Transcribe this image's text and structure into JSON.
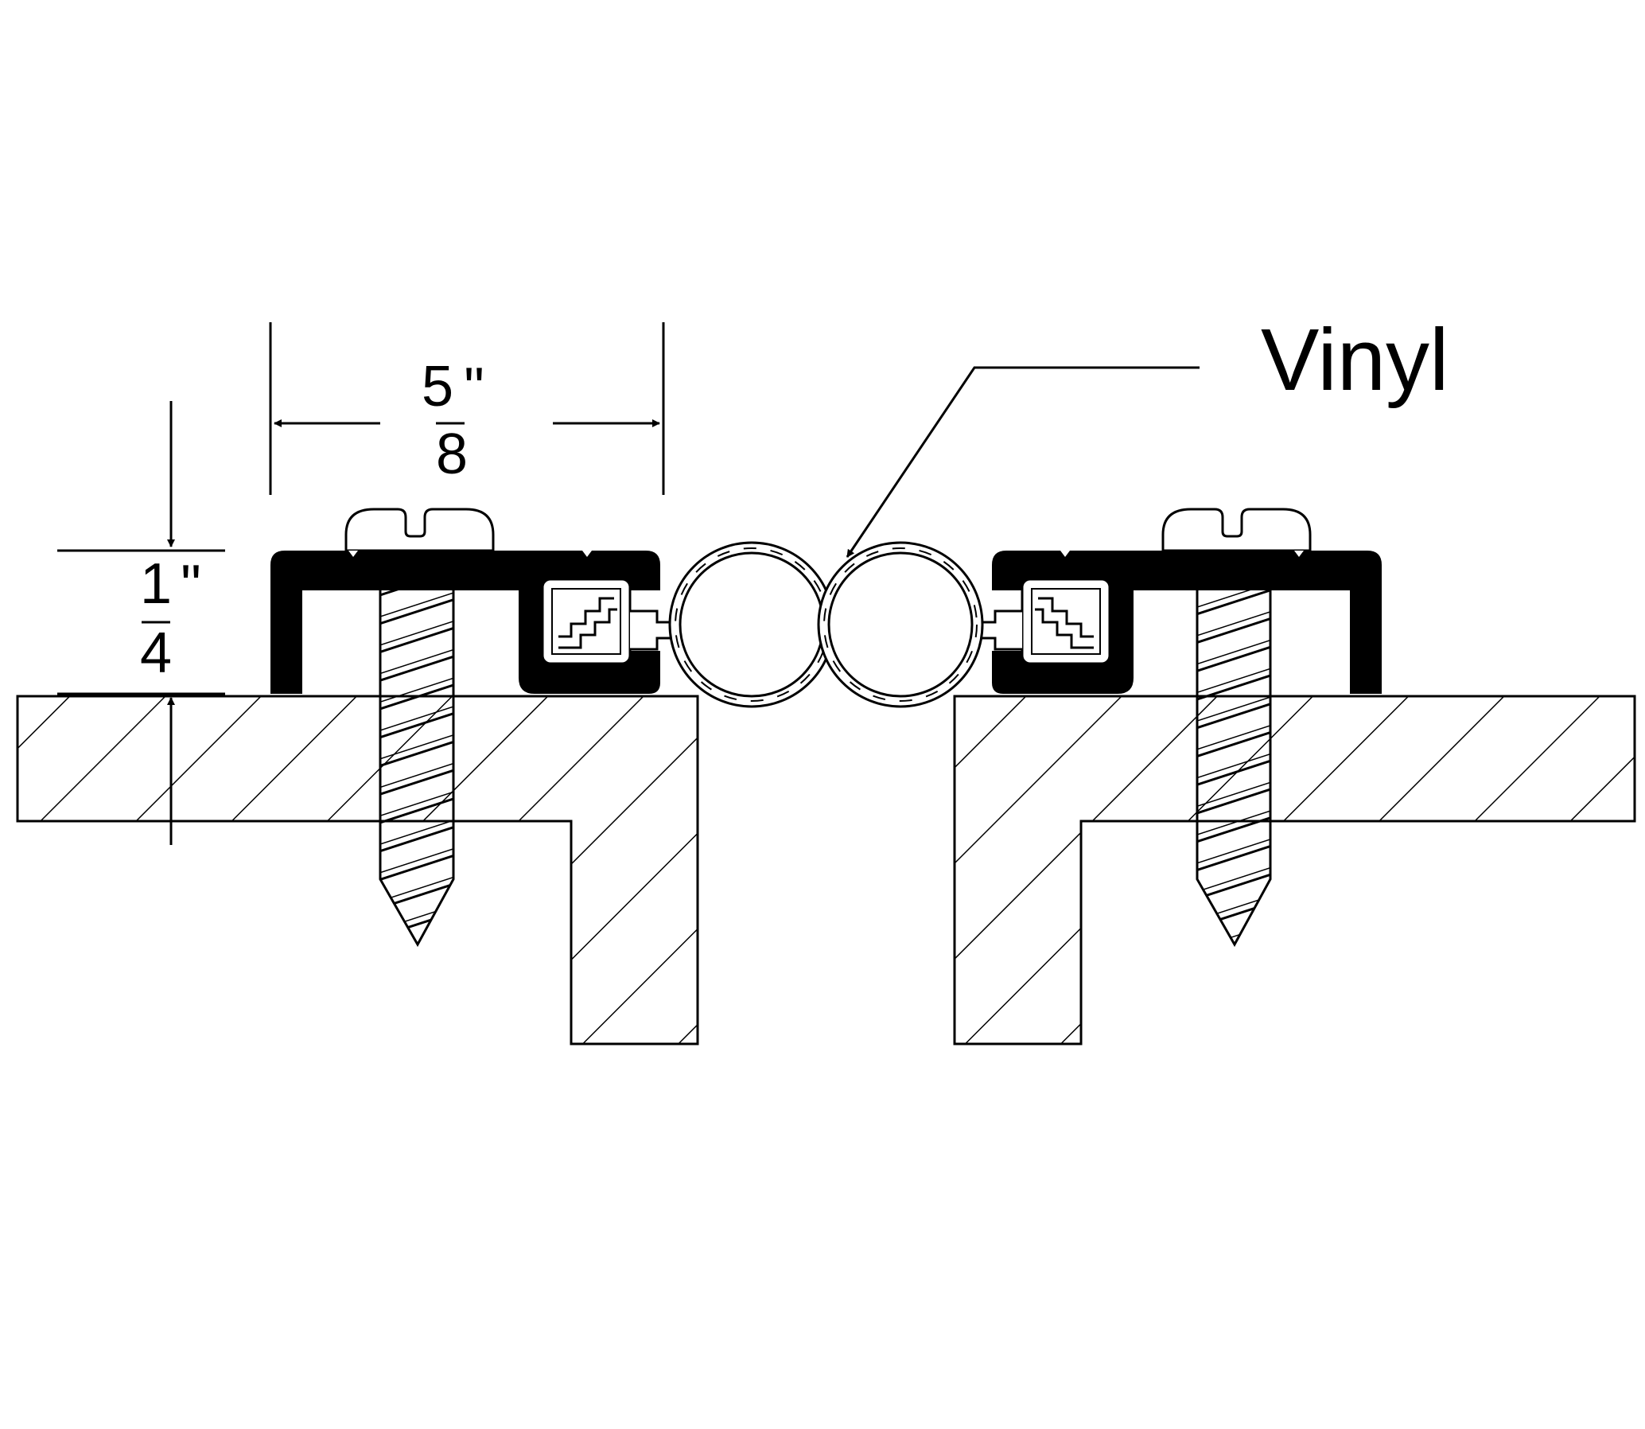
{
  "dimensions": {
    "width": {
      "numerator": "5",
      "denominator": "8",
      "unit": "\""
    },
    "height": {
      "numerator": "1",
      "denominator": "4",
      "unit": "\""
    }
  },
  "callouts": {
    "seal_label": "Vinyl"
  },
  "colors": {
    "line": "#000000",
    "background": "#ffffff"
  }
}
